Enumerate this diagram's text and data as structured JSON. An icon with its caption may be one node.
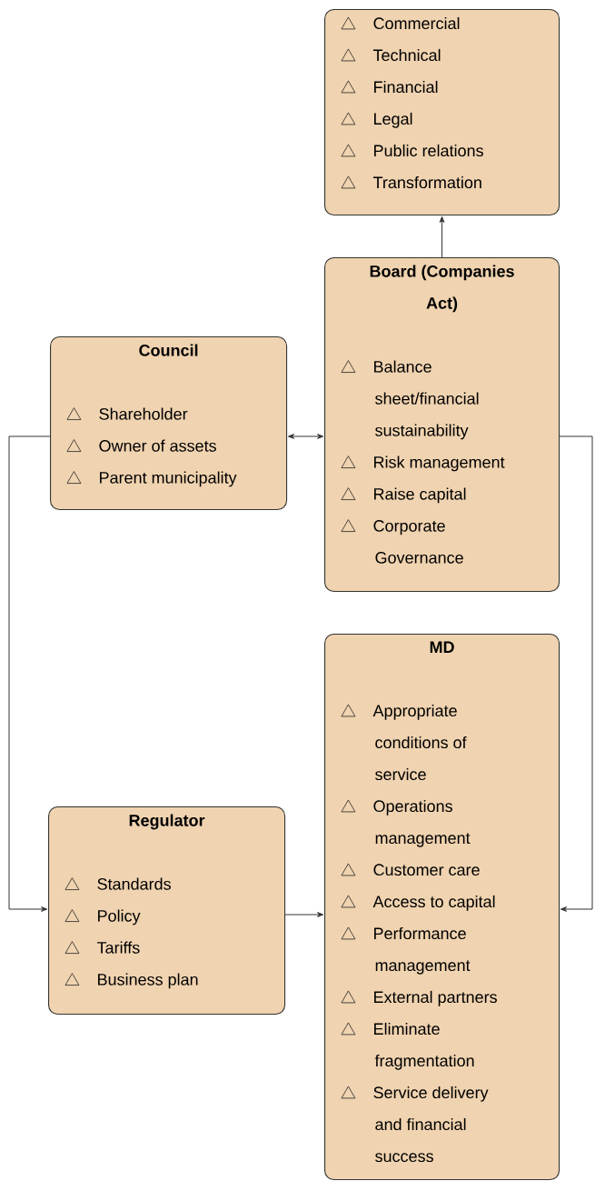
{
  "diagram": {
    "nodes": [
      {
        "text": [
          "Commercial",
          "Technical",
          "Financial",
          "Legal",
          "Public relations",
          "Transformation"
        ]
      },
      {
        "text": [
          "Board (Companies Act)",
          "Balance sheet/financial sustainability",
          "Risk management",
          "Raise capital",
          "Corporate Governance"
        ]
      },
      {
        "text": [
          "Council",
          "Shareholder",
          "Owner of assets",
          "Parent municipality"
        ]
      },
      {
        "text": [
          "MD",
          "Appropriate conditions of service",
          "Operations management",
          "Customer care",
          "Access to capital",
          "Performance management",
          "External partners",
          "Eliminate fragmentation",
          "Service delivery and financial success"
        ]
      },
      {
        "text": [
          "Regulator",
          "Standards",
          "Policy",
          "Tariffs",
          "Business plan"
        ]
      }
    ],
    "edges": [
      {
        "from": 1,
        "to": 0,
        "arrow": "to"
      },
      {
        "from": 2,
        "to": 1,
        "arrow": "both"
      },
      {
        "from": 2,
        "to": 4,
        "arrow": "to"
      },
      {
        "from": 4,
        "to": 3,
        "arrow": "to"
      },
      {
        "from": 1,
        "to": 3,
        "arrow": "to"
      }
    ]
  }
}
